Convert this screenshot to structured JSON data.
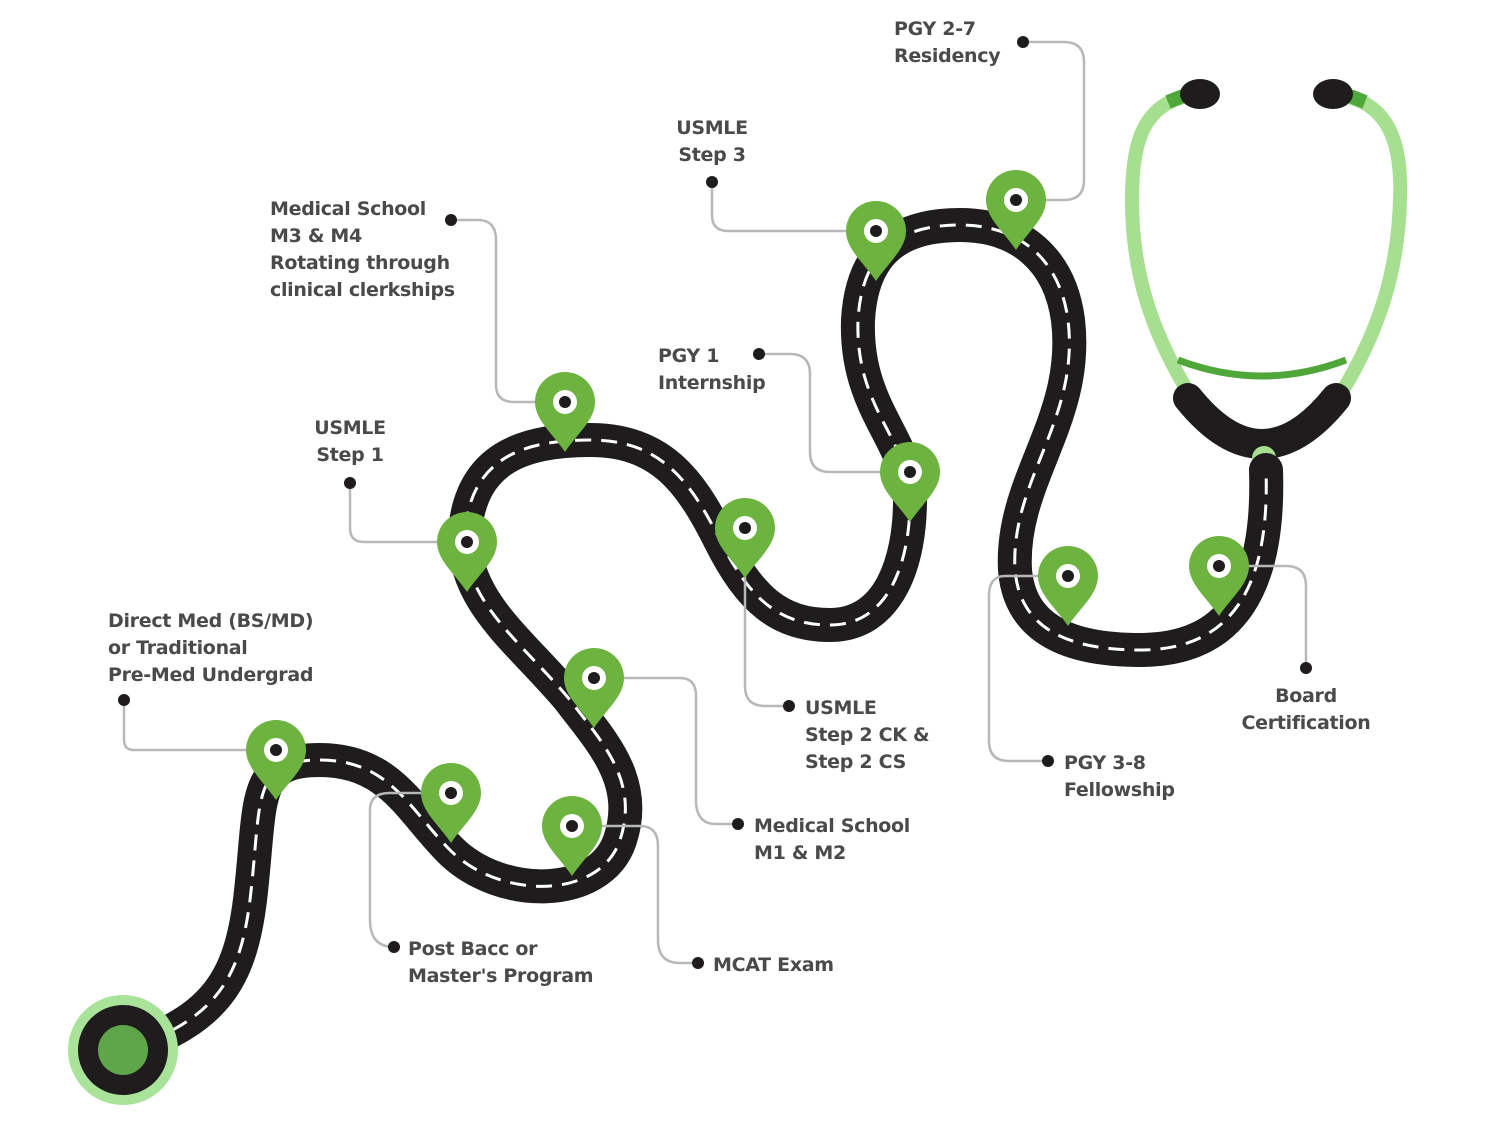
{
  "title": "Path to becoming a physician",
  "colors": {
    "road": "#1e1c1c",
    "road_dash": "#ffffff",
    "pin": "#6cb33f",
    "stethoscope_tube": "#a5df8f",
    "stethoscope_dark_green": "#4fa73a",
    "start_ring": "#a9e39a",
    "start_core": "#5fa64a",
    "leader_line": "#b8b8b8",
    "label": "#4a4a4a"
  },
  "start_marker": {
    "name": "start"
  },
  "milestones": [
    {
      "id": "premed",
      "lines": [
        "Direct Med (BS/MD)",
        "or Traditional",
        "Pre-Med Undergrad"
      ]
    },
    {
      "id": "postbacc",
      "lines": [
        "Post Bacc or",
        "Master's Program"
      ]
    },
    {
      "id": "mcat",
      "lines": [
        "MCAT Exam"
      ]
    },
    {
      "id": "m1m2",
      "lines": [
        "Medical School",
        "M1 & M2"
      ]
    },
    {
      "id": "step1",
      "lines": [
        "USMLE",
        "Step 1"
      ]
    },
    {
      "id": "m3m4",
      "lines": [
        "Medical School",
        "M3 & M4",
        "Rotating through",
        "clinical clerkships"
      ]
    },
    {
      "id": "step2",
      "lines": [
        "USMLE",
        "Step 2 CK &",
        "Step 2 CS"
      ]
    },
    {
      "id": "pgy1",
      "lines": [
        "PGY 1",
        "Internship"
      ]
    },
    {
      "id": "step3",
      "lines": [
        "USMLE",
        "Step 3"
      ]
    },
    {
      "id": "residency",
      "lines": [
        "PGY 2-7",
        "Residency"
      ]
    },
    {
      "id": "fellowship",
      "lines": [
        "PGY 3-8",
        "Fellowship"
      ]
    },
    {
      "id": "board",
      "lines": [
        "Board",
        "Certification"
      ]
    }
  ]
}
